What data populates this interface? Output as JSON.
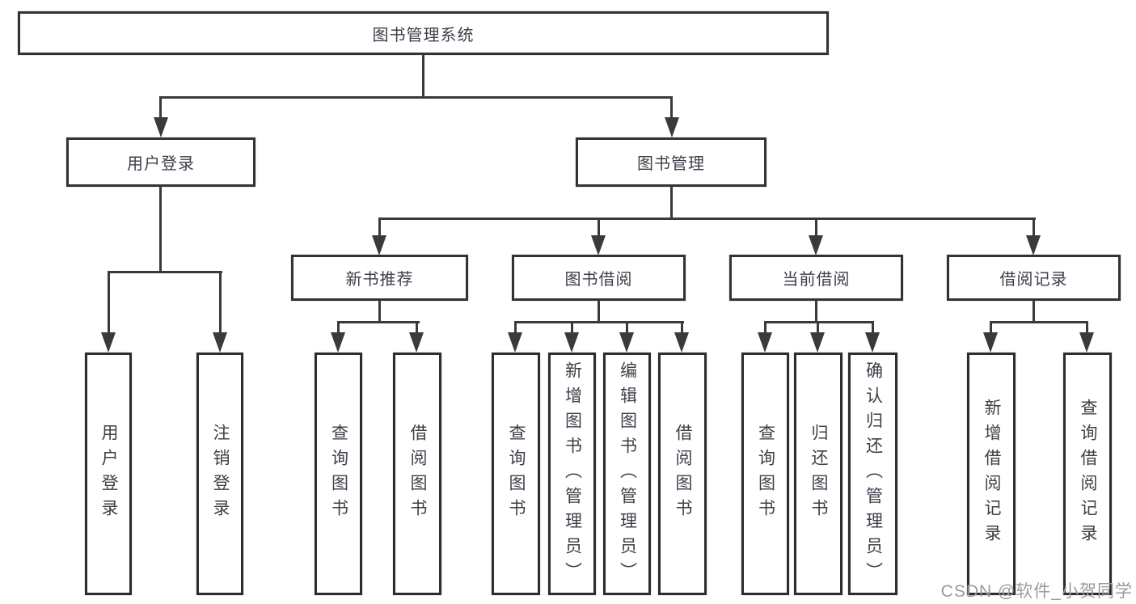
{
  "nodes": {
    "root": {
      "label": "图书管理系统"
    },
    "level2": [
      {
        "label": "用户登录"
      },
      {
        "label": "图书管理"
      }
    ],
    "level3": [
      {
        "label": "新书推荐"
      },
      {
        "label": "图书借阅"
      },
      {
        "label": "当前借阅"
      },
      {
        "label": "借阅记录"
      }
    ],
    "leaves": [
      "用户登录",
      "注销登录",
      "查询图书",
      "借阅图书",
      "查询图书",
      "新增图书（管理员）",
      "编辑图书（管理员）",
      "借阅图书",
      "查询图书",
      "归还图书",
      "确认归还（管理员）",
      "新增借阅记录",
      "查询借阅记录"
    ]
  },
  "watermark": {
    "text": "CSDN @软件_小贺同学"
  },
  "colors": {
    "line": "#3a3a3a",
    "box_border": "#333333",
    "text": "#3c4048",
    "watermark": "#9b9b9b",
    "background": "#ffffff"
  }
}
